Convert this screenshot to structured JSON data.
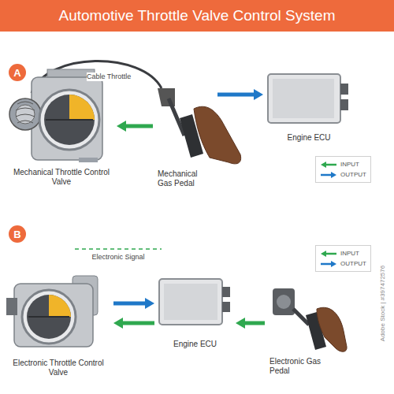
{
  "diagram": {
    "title": "Automotive Throttle Valve Control System",
    "nodes": [
      {
        "text": [
          "A"
        ]
      },
      {
        "text": [
          "Mechanical Throttle Control Valve"
        ]
      },
      {
        "text": [
          "Mechanical Gas Pedal"
        ]
      },
      {
        "text": [
          "Engine ECU"
        ]
      },
      {
        "text": [
          "B"
        ]
      },
      {
        "text": [
          "Electronic Throttle Control Valve"
        ]
      },
      {
        "text": [
          "Engine ECU"
        ]
      },
      {
        "text": [
          "Electronic Gas Pedal"
        ]
      }
    ],
    "edges": [
      {
        "from": 2,
        "to": 1,
        "arrow": "to"
      },
      {
        "from": 2,
        "to": 3,
        "arrow": "to"
      },
      {
        "from": 5,
        "to": 6,
        "arrow": "to"
      },
      {
        "from": 6,
        "to": 5,
        "arrow": "to"
      },
      {
        "from": 7,
        "to": 6,
        "arrow": "to"
      }
    ],
    "labels": [
      "Cable Throttle",
      "Electronic Signal",
      "Adobe Stock | #397472576"
    ],
    "legend": [
      {
        "text": "INPUT"
      },
      {
        "text": "OUTPUT"
      },
      {
        "text": "INPUT"
      },
      {
        "text": "OUTPUT"
      }
    ]
  }
}
